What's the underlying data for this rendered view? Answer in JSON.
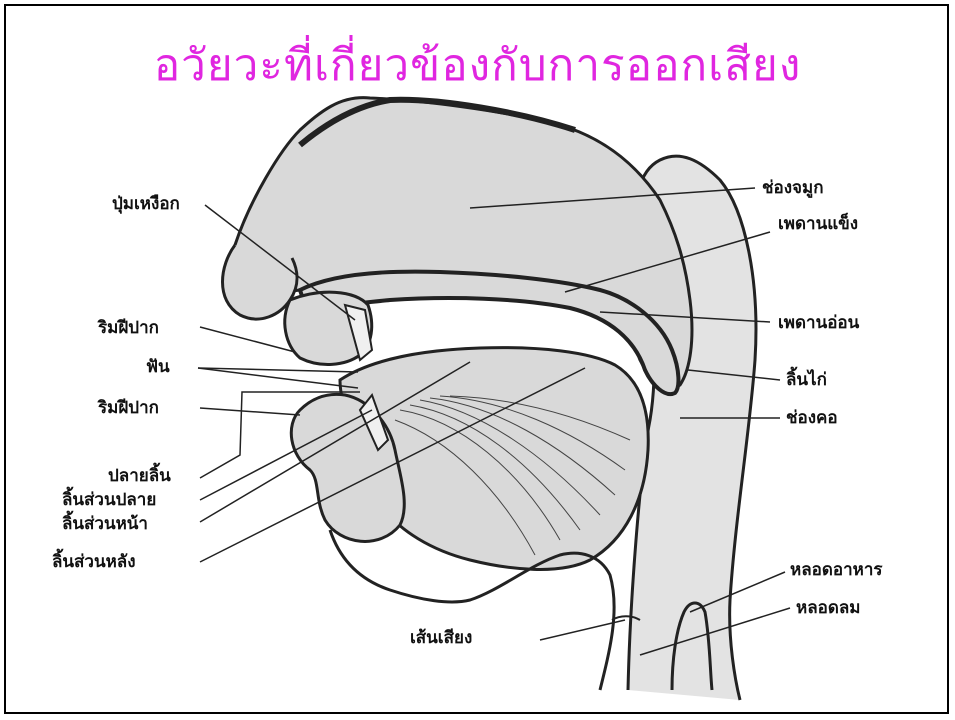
{
  "title": "อวัยวะที่เกี่ยวข้องกับการออกเสียง",
  "colors": {
    "title": "#e026e0",
    "tissue": "#d9d9d9",
    "line": "#222222"
  },
  "labels": {
    "alveolar_ridge": "ปุ่มเหงือก",
    "upper_lip": "ริมฝีปาก",
    "teeth": "ฟัน",
    "lower_lip": "ริมฝีปาก",
    "tongue_tip": "ปลายลิ้น",
    "tongue_blade": "ลิ้นส่วนปลาย",
    "tongue_front": "ลิ้นส่วนหน้า",
    "tongue_back": "ลิ้นส่วนหลัง",
    "nasal_cavity": "ช่องจมูก",
    "hard_palate": "เพดานแข็ง",
    "soft_palate": "เพดานอ่อน",
    "uvula": "ลิ้นไก่",
    "pharynx": "ช่องคอ",
    "esophagus": "หลอดอาหาร",
    "trachea": "หลอดลม",
    "vocal_cords": "เส้นเสียง"
  }
}
